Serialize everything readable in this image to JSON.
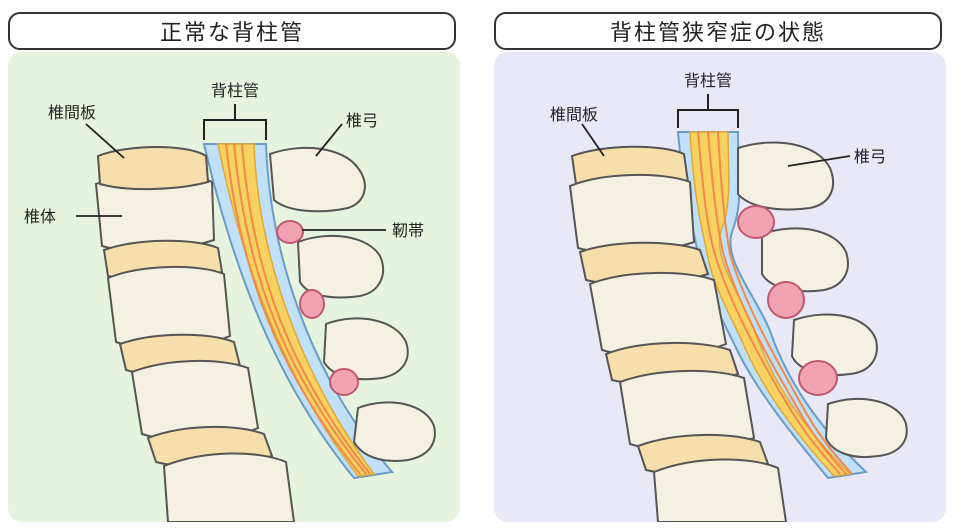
{
  "left_panel": {
    "title": "正常な背柱管",
    "labels": {
      "canal": "背柱管",
      "disc": "椎間板",
      "arch": "椎弓",
      "body": "椎体",
      "ligament": "靭帯"
    }
  },
  "right_panel": {
    "title": "背柱管狭窄症の状態",
    "labels": {
      "canal": "背柱管",
      "disc": "椎間板",
      "arch": "椎弓"
    }
  },
  "colors": {
    "left_bg": "#e6f4df",
    "right_bg": "#e9e8f7",
    "bone": "#f5f1e2",
    "disc": "#f6dfaa",
    "canal_blue": "#bfe0f6",
    "cord_yellow": "#f8d261",
    "nerve_red": "#ef8a4c",
    "ligament_pink": "#f1a3b3"
  }
}
